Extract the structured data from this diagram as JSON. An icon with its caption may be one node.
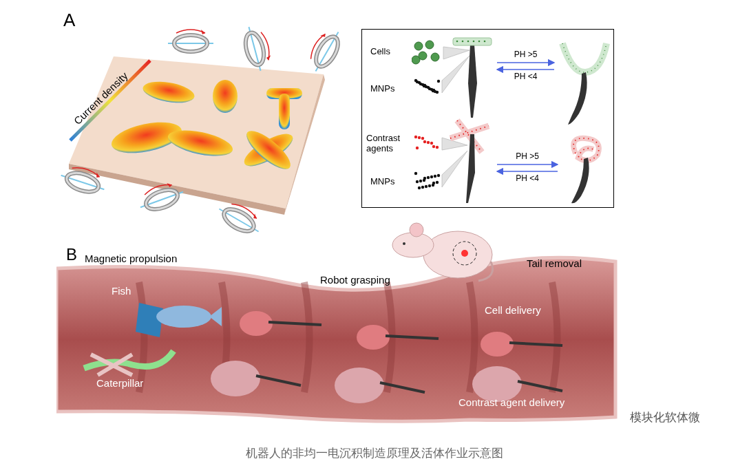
{
  "diagram": {
    "caption": "机器人的非均一电沉积制造原理及活体作业示意图",
    "nodes": [
      {
        "text": [],
        "shape": "box"
      },
      {
        "text": [
          "Cells"
        ],
        "in": 0
      },
      {
        "text": [
          "MNPs"
        ],
        "in": 0
      },
      {
        "text": [
          "Contrast agents"
        ],
        "in": 0
      },
      {
        "text": [
          "MNPs"
        ],
        "in": 0
      },
      {
        "text": [],
        "shape": "picture",
        "in": 0
      },
      {
        "text": [],
        "shape": "picture",
        "in": 0
      },
      {
        "text": [],
        "shape": "picture",
        "in": 0
      },
      {
        "text": [],
        "shape": "picture",
        "in": 0
      },
      {
        "text": [],
        "shape": "picture",
        "in": 0
      },
      {
        "text": [],
        "shape": "picture",
        "in": 0
      },
      {
        "text": [],
        "shape": "picture",
        "in": 0
      },
      {
        "text": [],
        "shape": "picture",
        "in": 0
      }
    ],
    "edges": [
      {
        "from": 5,
        "to": 9,
        "arrow": "none"
      },
      {
        "from": 6,
        "to": 9,
        "arrow": "none"
      },
      {
        "from": 9,
        "to": 10,
        "arrow": "to",
        "label": "PH >5",
        "color": "#4a63e0"
      },
      {
        "from": 10,
        "to": 9,
        "arrow": "to",
        "label": "PH <4",
        "color": "#4a63e0"
      },
      {
        "from": 7,
        "to": 11,
        "arrow": "none"
      },
      {
        "from": 8,
        "to": 11,
        "arrow": "none"
      },
      {
        "from": 11,
        "to": 12,
        "arrow": "to",
        "label": "PH >5",
        "color": "#4a63e0"
      },
      {
        "from": 12,
        "to": 11,
        "arrow": "to",
        "label": "PH <4",
        "color": "#4a63e0"
      }
    ],
    "labels": [
      "A",
      "Current density",
      "B",
      "Magnetic propulsion",
      "Robot grasping",
      "Tail removal",
      "Fish",
      "Caterpillar",
      "Cell delivery",
      "Contrast agent delivery",
      "模块化软体微"
    ]
  }
}
